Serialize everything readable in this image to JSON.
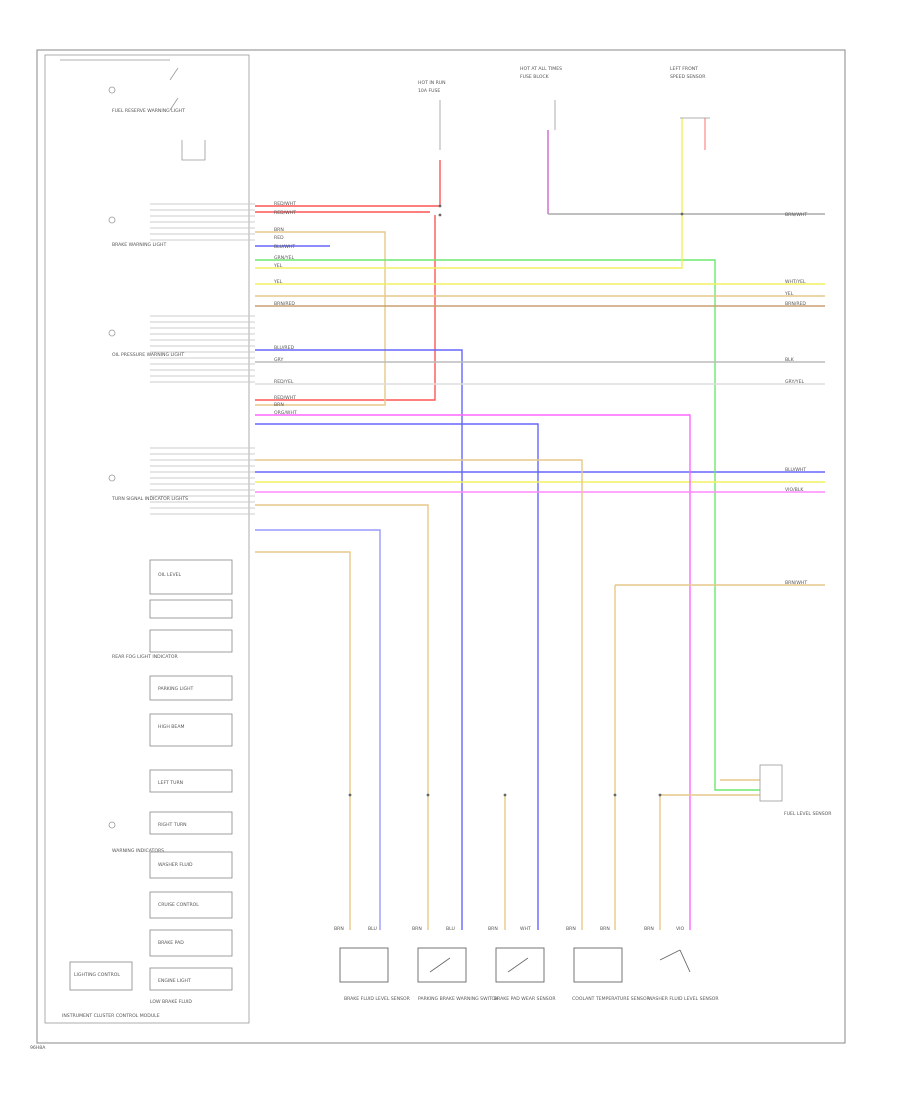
{
  "diagram": {
    "footer_code": "96H8A",
    "footer_caption_line1": "LOW BRAKE FLUID",
    "footer_caption_line2": "INSTRUMENT CLUSTER CONTROL MODULE",
    "top_modules": [
      {
        "text": "HOT IN RUN",
        "sub": "10A FUSE"
      },
      {
        "text": "HOT AT ALL TIMES",
        "sub": "FUSE BLOCK"
      },
      {
        "text": "LEFT FRONT",
        "sub": "SPEED SENSOR"
      }
    ],
    "left_labels": [
      "FUEL RESERVE WARNING LIGHT",
      "BRAKE WARNING LIGHT",
      "OIL PRESSURE WARNING LIGHT",
      "TURN SIGNAL INDICATOR LIGHTS",
      "REAR FOG LIGHT INDICATOR",
      "WARNING INDICATORS"
    ],
    "cluster_items": [
      "PARKING LIGHT",
      "HIGH BEAM",
      "LEFT TURN",
      "RIGHT TURN",
      "WASHER FLUID",
      "CRUISE CONTROL",
      "BRAKE PAD",
      "ENGINE LIGHT",
      "OIL LEVEL"
    ],
    "left_box": "LIGHTING CONTROL",
    "right_wire_labels": [
      "BRN/WHT",
      "WHT/YEL",
      "YEL",
      "BRN/RED",
      "BLK",
      "GRY/YEL",
      "BLU/WHT",
      "VIO/BLK",
      "BRN/WHT"
    ],
    "wire_labels": [
      "RED/WHT",
      "RED/WHT",
      "BRN",
      "RED",
      "BLU/WHT",
      "GRN/YEL",
      "YEL",
      "YEL",
      "BRN/RED",
      "BLU/RED",
      "GRY",
      "RED/YEL",
      "RED/WHT",
      "BRN",
      "ORG/WHT"
    ],
    "right_sensor": "FUEL LEVEL SENSOR",
    "bottom_components": [
      "BRAKE FLUID LEVEL SENSOR",
      "PARKING BRAKE WARNING SWITCH",
      "BRAKE PAD WEAR SENSOR",
      "COOLANT TEMPERATURE SENSOR",
      "WASHER FLUID LEVEL SENSOR"
    ],
    "connector_labels": [
      "BRN",
      "BLU",
      "BRN",
      "BLU",
      "BRN",
      "WHT",
      "BRN",
      "BRN",
      "BRN",
      "VIO"
    ],
    "colors": {
      "red": "#ff5555",
      "yellow": "#f0f060",
      "green": "#6ee86e",
      "blue": "#6666ff",
      "magenta": "#ff66ff",
      "tan": "#e6c98a",
      "brown": "#a0824a",
      "gray": "#bbbbbb"
    }
  }
}
